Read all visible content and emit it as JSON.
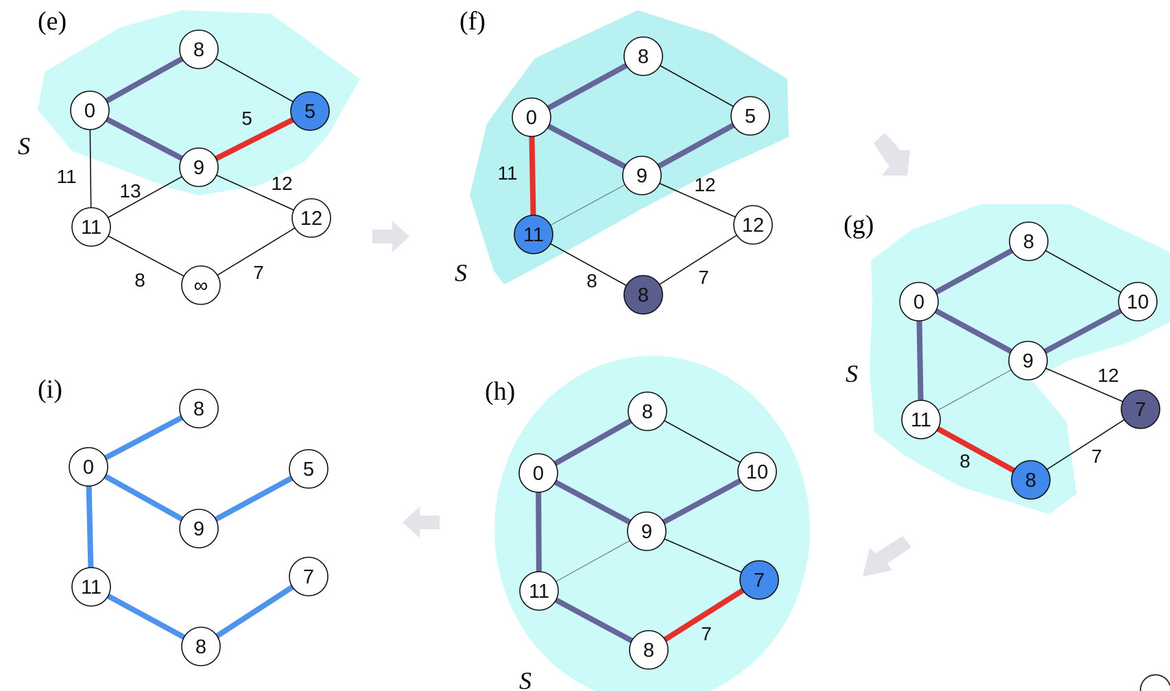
{
  "colors": {
    "region": "#ccfaf9",
    "region_dark": "#b8f1f1",
    "tree_edge": "#66669a",
    "selected_edge": "#e4312b",
    "final_edge": "#4f94ec",
    "selected_node": "#4289ed",
    "dark_node": "#5a5e8e",
    "arrow": "#e6e2ea",
    "stroke": "#111111"
  },
  "panels": [
    {
      "id": "e",
      "label": "(e)",
      "set_label": "S",
      "nodes": [
        {
          "key": "a",
          "label": "8",
          "style": "plain"
        },
        {
          "key": "b",
          "label": "5",
          "style": "selected"
        },
        {
          "key": "c",
          "label": "0",
          "style": "plain"
        },
        {
          "key": "d",
          "label": "9",
          "style": "plain"
        },
        {
          "key": "e",
          "label": "11",
          "style": "plain"
        },
        {
          "key": "f",
          "label": "12",
          "style": "plain"
        },
        {
          "key": "g",
          "label": "∞",
          "style": "plain"
        }
      ],
      "edges": [
        {
          "from": "c",
          "to": "a",
          "style": "tree",
          "weight": ""
        },
        {
          "from": "a",
          "to": "b",
          "style": "thin",
          "weight": ""
        },
        {
          "from": "c",
          "to": "d",
          "style": "tree",
          "weight": ""
        },
        {
          "from": "d",
          "to": "b",
          "style": "selected",
          "weight": "5"
        },
        {
          "from": "c",
          "to": "e",
          "style": "thin",
          "weight": "11"
        },
        {
          "from": "e",
          "to": "d",
          "style": "thin",
          "weight": "13"
        },
        {
          "from": "d",
          "to": "f",
          "style": "thin",
          "weight": "12"
        },
        {
          "from": "e",
          "to": "g",
          "style": "thin",
          "weight": "8"
        },
        {
          "from": "g",
          "to": "f",
          "style": "thin",
          "weight": "7"
        }
      ]
    },
    {
      "id": "f",
      "label": "(f)",
      "set_label": "S",
      "nodes": [
        {
          "key": "a",
          "label": "8",
          "style": "plain"
        },
        {
          "key": "b",
          "label": "5",
          "style": "plain"
        },
        {
          "key": "c",
          "label": "0",
          "style": "plain"
        },
        {
          "key": "d",
          "label": "9",
          "style": "plain"
        },
        {
          "key": "e",
          "label": "11",
          "style": "selected"
        },
        {
          "key": "f",
          "label": "12",
          "style": "plain"
        },
        {
          "key": "g",
          "label": "8",
          "style": "dark"
        }
      ],
      "edges": [
        {
          "from": "c",
          "to": "a",
          "style": "tree",
          "weight": ""
        },
        {
          "from": "a",
          "to": "b",
          "style": "thin",
          "weight": ""
        },
        {
          "from": "c",
          "to": "d",
          "style": "tree",
          "weight": ""
        },
        {
          "from": "d",
          "to": "b",
          "style": "tree",
          "weight": ""
        },
        {
          "from": "c",
          "to": "e",
          "style": "selected",
          "weight": "11"
        },
        {
          "from": "e",
          "to": "d",
          "style": "hair",
          "weight": ""
        },
        {
          "from": "d",
          "to": "f",
          "style": "thin",
          "weight": "12"
        },
        {
          "from": "e",
          "to": "g",
          "style": "thin",
          "weight": "8"
        },
        {
          "from": "g",
          "to": "f",
          "style": "thin",
          "weight": "7"
        }
      ]
    },
    {
      "id": "g",
      "label": "(g)",
      "set_label": "S",
      "nodes": [
        {
          "key": "a",
          "label": "8",
          "style": "plain"
        },
        {
          "key": "b",
          "label": "10",
          "style": "plain"
        },
        {
          "key": "c",
          "label": "0",
          "style": "plain"
        },
        {
          "key": "d",
          "label": "9",
          "style": "plain"
        },
        {
          "key": "e",
          "label": "11",
          "style": "plain"
        },
        {
          "key": "f",
          "label": "7",
          "style": "dark"
        },
        {
          "key": "g",
          "label": "8",
          "style": "selected"
        }
      ],
      "edges": [
        {
          "from": "c",
          "to": "a",
          "style": "tree",
          "weight": ""
        },
        {
          "from": "a",
          "to": "b",
          "style": "thin",
          "weight": ""
        },
        {
          "from": "c",
          "to": "d",
          "style": "tree",
          "weight": ""
        },
        {
          "from": "d",
          "to": "b",
          "style": "tree",
          "weight": ""
        },
        {
          "from": "c",
          "to": "e",
          "style": "tree",
          "weight": ""
        },
        {
          "from": "e",
          "to": "d",
          "style": "hair",
          "weight": ""
        },
        {
          "from": "d",
          "to": "f",
          "style": "thin",
          "weight": "12"
        },
        {
          "from": "e",
          "to": "g",
          "style": "selected",
          "weight": "8"
        },
        {
          "from": "g",
          "to": "f",
          "style": "thin",
          "weight": "7"
        }
      ]
    },
    {
      "id": "h",
      "label": "(h)",
      "set_label": "S",
      "nodes": [
        {
          "key": "a",
          "label": "8",
          "style": "plain"
        },
        {
          "key": "b",
          "label": "10",
          "style": "plain"
        },
        {
          "key": "c",
          "label": "0",
          "style": "plain"
        },
        {
          "key": "d",
          "label": "9",
          "style": "plain"
        },
        {
          "key": "e",
          "label": "11",
          "style": "plain"
        },
        {
          "key": "f",
          "label": "7",
          "style": "selected"
        },
        {
          "key": "g",
          "label": "8",
          "style": "plain"
        }
      ],
      "edges": [
        {
          "from": "c",
          "to": "a",
          "style": "tree",
          "weight": ""
        },
        {
          "from": "a",
          "to": "b",
          "style": "thin",
          "weight": ""
        },
        {
          "from": "c",
          "to": "d",
          "style": "tree",
          "weight": ""
        },
        {
          "from": "d",
          "to": "b",
          "style": "tree",
          "weight": ""
        },
        {
          "from": "c",
          "to": "e",
          "style": "tree",
          "weight": ""
        },
        {
          "from": "e",
          "to": "d",
          "style": "hair",
          "weight": ""
        },
        {
          "from": "d",
          "to": "f",
          "style": "thin",
          "weight": ""
        },
        {
          "from": "e",
          "to": "g",
          "style": "tree",
          "weight": ""
        },
        {
          "from": "g",
          "to": "f",
          "style": "selected",
          "weight": "7"
        }
      ]
    },
    {
      "id": "i",
      "label": "(i)",
      "set_label": "",
      "nodes": [
        {
          "key": "a",
          "label": "8",
          "style": "plain"
        },
        {
          "key": "b",
          "label": "5",
          "style": "plain"
        },
        {
          "key": "c",
          "label": "0",
          "style": "plain"
        },
        {
          "key": "d",
          "label": "9",
          "style": "plain"
        },
        {
          "key": "e",
          "label": "11",
          "style": "plain"
        },
        {
          "key": "f",
          "label": "7",
          "style": "plain"
        },
        {
          "key": "g",
          "label": "8",
          "style": "plain"
        }
      ],
      "edges": [
        {
          "from": "c",
          "to": "a",
          "style": "final",
          "weight": ""
        },
        {
          "from": "c",
          "to": "d",
          "style": "final",
          "weight": ""
        },
        {
          "from": "d",
          "to": "b",
          "style": "final",
          "weight": ""
        },
        {
          "from": "c",
          "to": "e",
          "style": "final",
          "weight": ""
        },
        {
          "from": "e",
          "to": "g",
          "style": "final",
          "weight": ""
        },
        {
          "from": "g",
          "to": "f",
          "style": "final",
          "weight": ""
        }
      ]
    }
  ],
  "transitions": [
    {
      "from": "e",
      "to": "f",
      "direction": "right"
    },
    {
      "from": "f",
      "to": "g",
      "direction": "down-right"
    },
    {
      "from": "g",
      "to": "h",
      "direction": "down-left"
    },
    {
      "from": "h",
      "to": "i",
      "direction": "left"
    }
  ]
}
